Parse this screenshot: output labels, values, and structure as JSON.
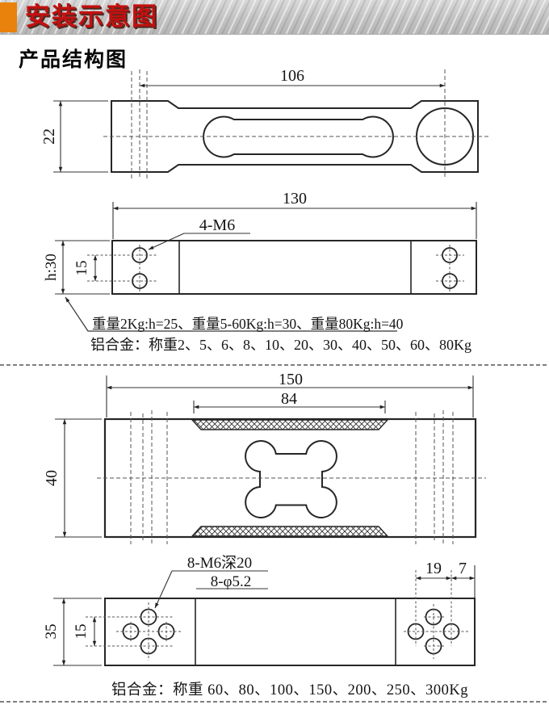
{
  "header": {
    "title": "安装示意图",
    "accent_color": "#e8820c",
    "title_color": "#c3100f"
  },
  "section": {
    "title": "产品结构图"
  },
  "view1_top": {
    "dim_length": "106",
    "dim_width": "22"
  },
  "view1_side": {
    "dim_length": "130",
    "thread_label": "4-M6",
    "dim_height": "h:30",
    "dim_hole_gap": "15"
  },
  "notes_small": {
    "heights": "重量2Kg:h=25、重量5-60Kg:h=30、重量80Kg:h=40",
    "capacities": "铝合金：称重2、5、6、8、10、20、30、40、50、60、80Kg"
  },
  "view2_top": {
    "dim_length": "150",
    "dim_hatch_length": "84",
    "dim_width": "40"
  },
  "view2_side": {
    "thread_label_line1": "8-M6深20",
    "thread_label_line2": "8-φ5.2",
    "dim_edge_a": "19",
    "dim_edge_b": "7",
    "dim_height": "35",
    "dim_hole_gap": "15"
  },
  "notes_large": {
    "capacities": "铝合金：称重 60、80、100、150、200、250、300Kg"
  }
}
